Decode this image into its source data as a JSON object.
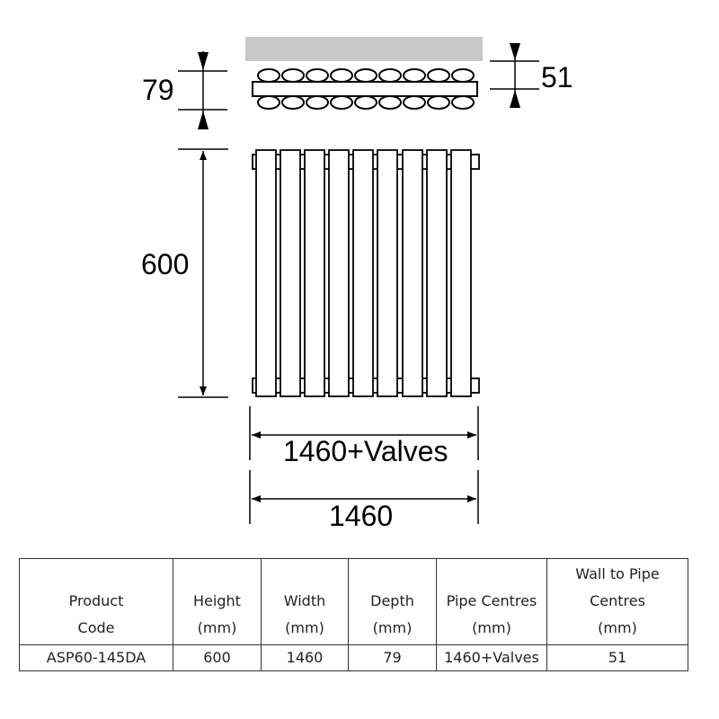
{
  "drawing": {
    "title": "Radiator dimension drawing",
    "colors": {
      "wall": "#c8c8c8",
      "line": "#000000"
    },
    "dimensions": {
      "depth_label": "79",
      "wall_to_pipe_label": "51",
      "height_label": "600",
      "pipe_centres_label": "1460+Valves",
      "width_label": "1460"
    },
    "column_count": 9
  },
  "table": {
    "headers": [
      {
        "lines": [
          "Product",
          "Code"
        ]
      },
      {
        "lines": [
          "Height",
          "(mm)"
        ]
      },
      {
        "lines": [
          "Width",
          "(mm)"
        ]
      },
      {
        "lines": [
          "Depth",
          "(mm)"
        ]
      },
      {
        "lines": [
          "Pipe Centres",
          "(mm)"
        ]
      },
      {
        "lines": [
          "Wall to Pipe",
          "Centres",
          "(mm)"
        ]
      }
    ],
    "rows": [
      [
        "ASP60-145DA",
        "600",
        "1460",
        "79",
        "1460+Valves",
        "51"
      ]
    ]
  }
}
